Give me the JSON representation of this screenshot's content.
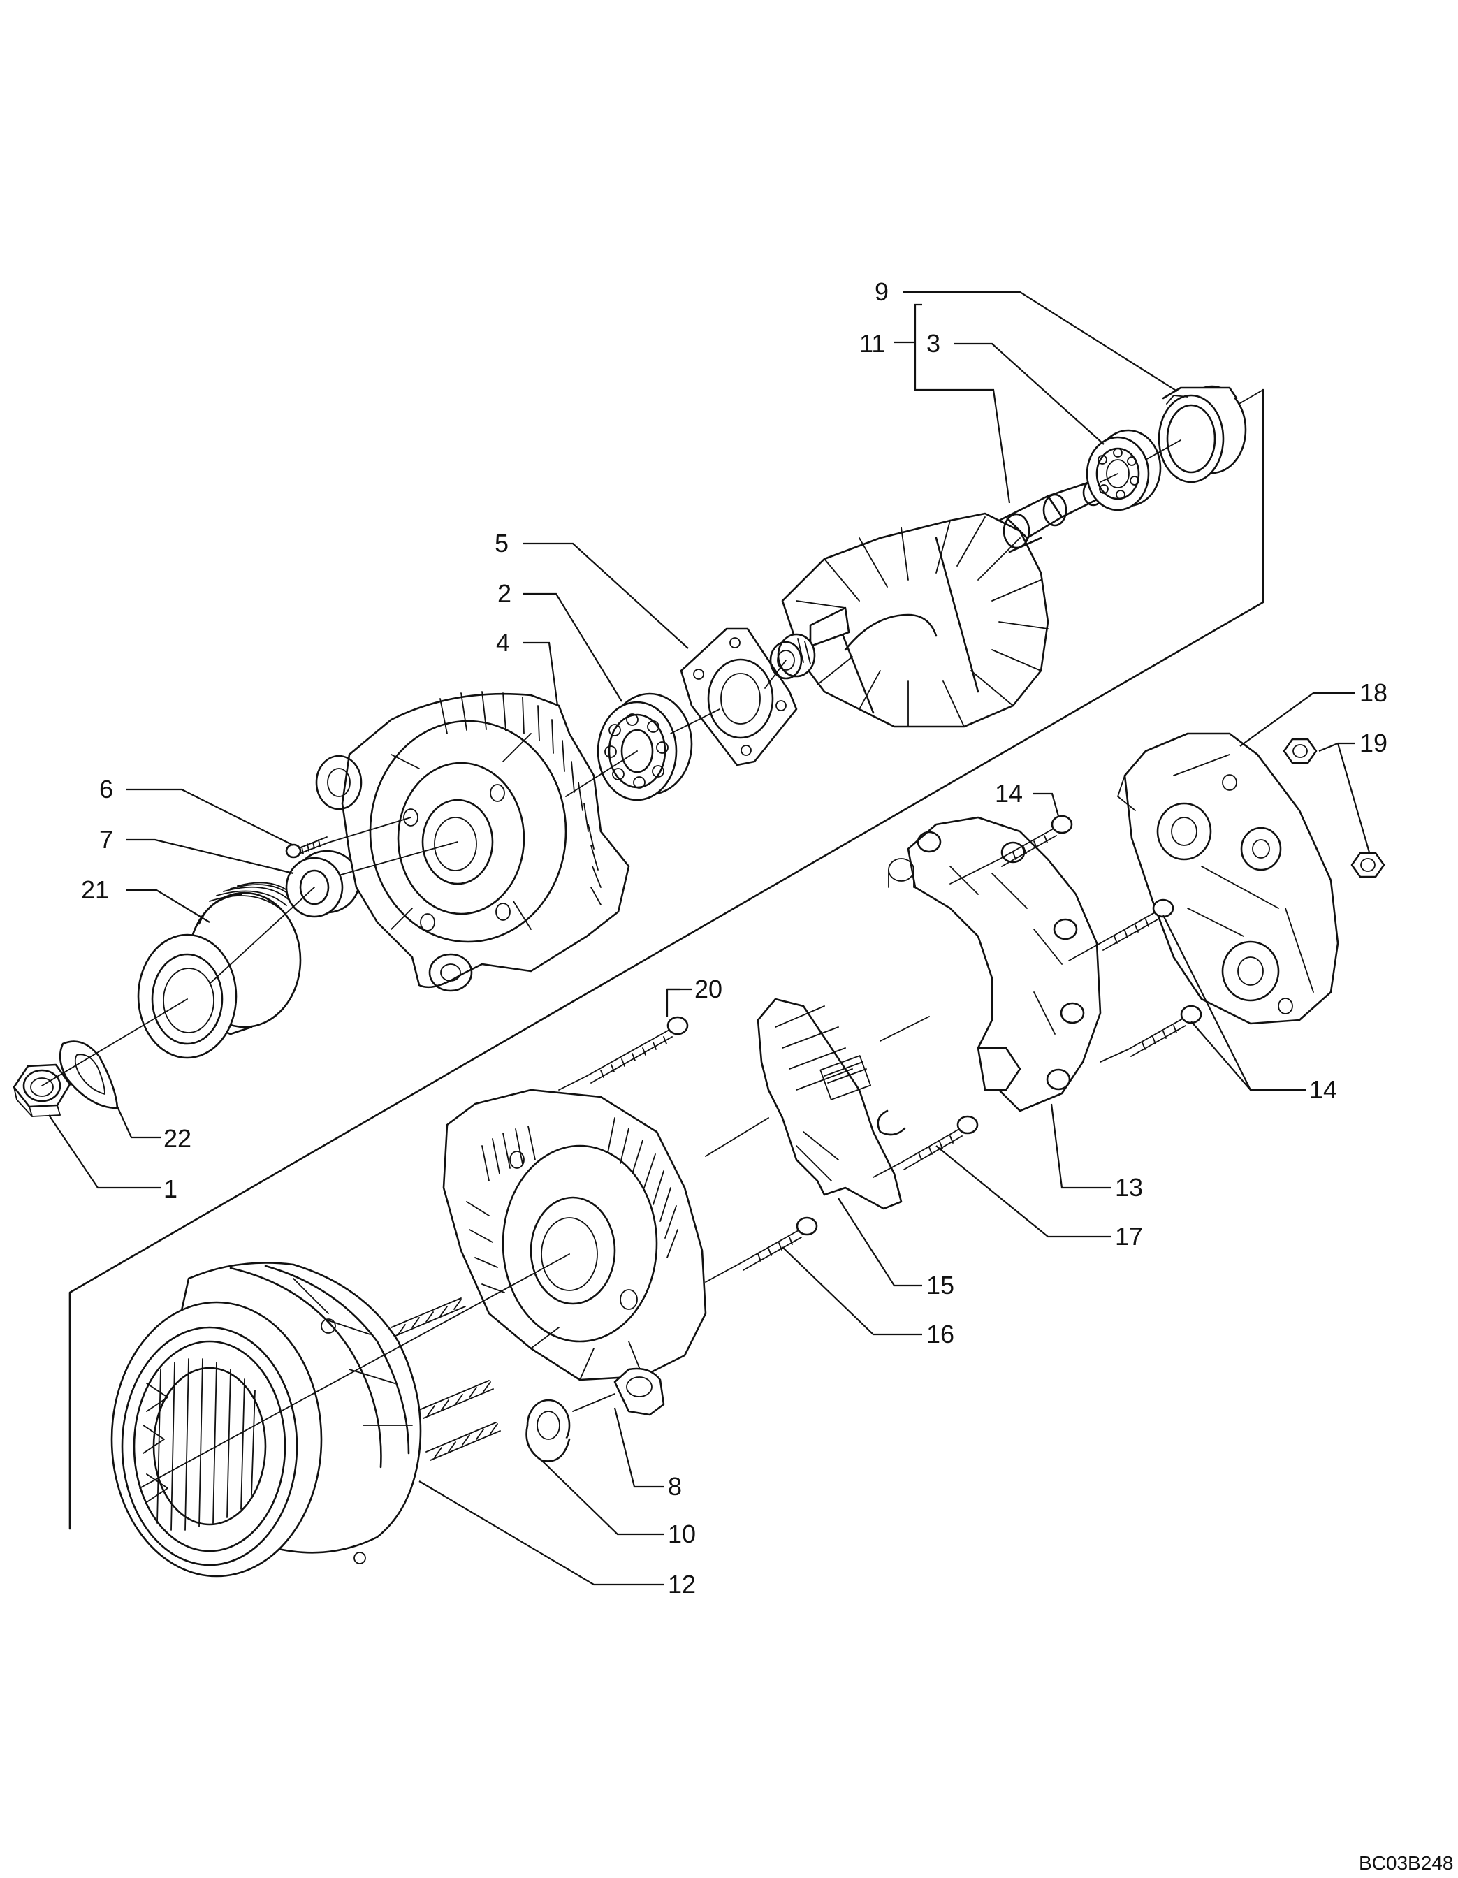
{
  "diagram": {
    "reference_code": "BC03B248",
    "callouts": {
      "c1": "1",
      "c2": "2",
      "c3": "3",
      "c4": "4",
      "c5": "5",
      "c6": "6",
      "c7": "7",
      "c8": "8",
      "c9": "9",
      "c10": "10",
      "c11": "11",
      "c12": "12",
      "c13": "13",
      "c14a": "14",
      "c14b": "14",
      "c15": "15",
      "c16": "16",
      "c17": "17",
      "c18": "18",
      "c19": "19",
      "c20": "20",
      "c21": "21",
      "c22": "22"
    }
  }
}
